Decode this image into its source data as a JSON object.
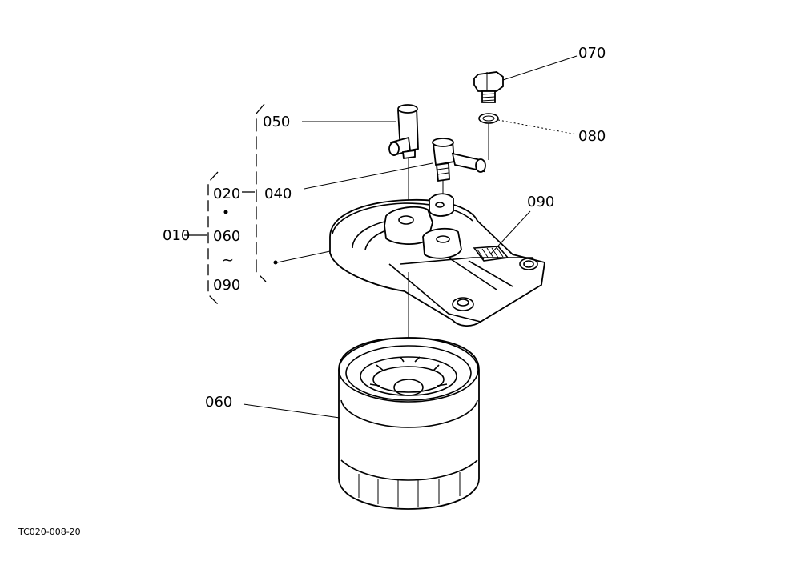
{
  "drawing_code": "TC020-008-20",
  "callouts": {
    "p070": "070",
    "p080": "080",
    "p050": "050",
    "p040": "040",
    "p090_right": "090",
    "p060_bottom": "060",
    "group_020": "020",
    "group_060": "060",
    "group_090": "090",
    "group_tilde": "~",
    "group_010": "010"
  }
}
